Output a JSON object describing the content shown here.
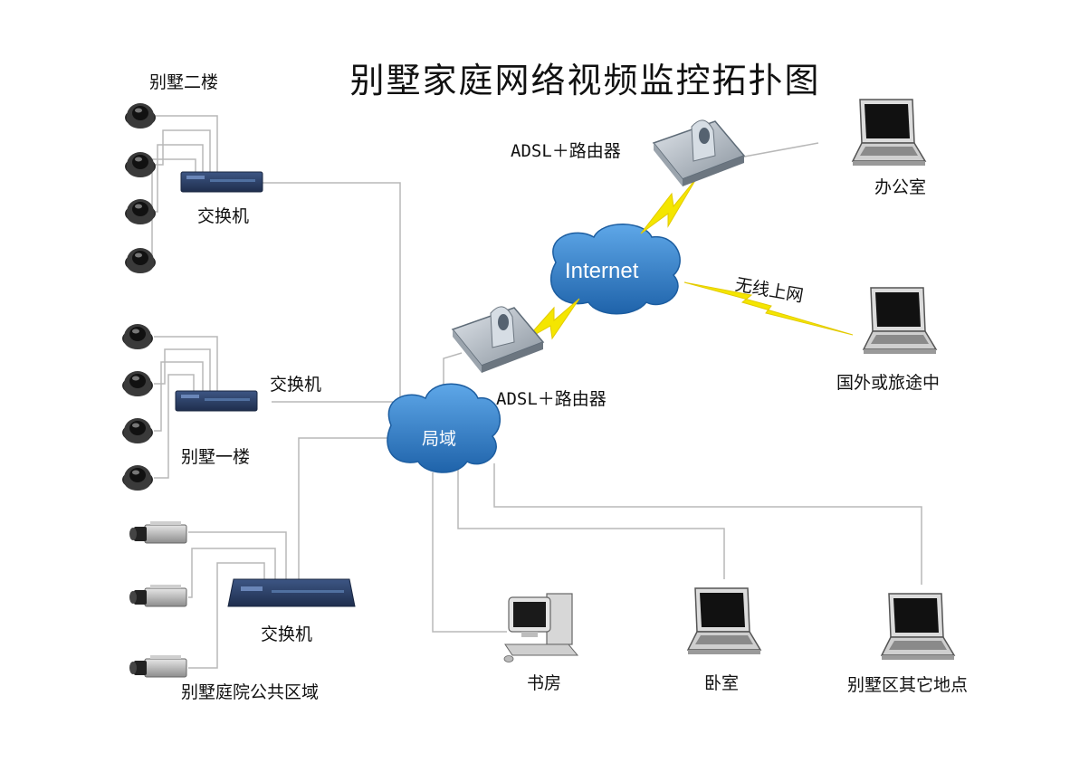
{
  "diagram": {
    "title": "别墅家庭网络视频监控拓扑图",
    "labels": {
      "floor2": "别墅二楼",
      "switch_floor2": "交换机",
      "switch_floor1": "交换机",
      "floor1": "别墅一楼",
      "switch_yard": "交换机",
      "yard": "别墅庭院公共区域",
      "router_top": "ADSL＋路由器",
      "router_bottom": "ADSL＋路由器",
      "office": "办公室",
      "internet": "Internet",
      "wireless": "无线上网",
      "abroad": "国外或旅途中",
      "lan": "局域",
      "study": "书房",
      "bedroom": "卧室",
      "other": "别墅区其它地点"
    },
    "colors": {
      "cloud": "#2e7bc4",
      "switch": "#2b3f66",
      "lightning": "#f4e600",
      "wire": "#b8b8b8"
    }
  }
}
